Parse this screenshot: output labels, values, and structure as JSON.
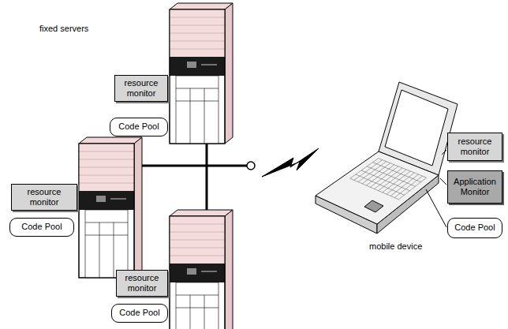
{
  "diagram": {
    "nodes": [
      {
        "text": [
          "resource monitor"
        ]
      },
      {
        "text": [
          "Code Pool"
        ]
      },
      {
        "text": [
          "resource monitor"
        ]
      },
      {
        "text": [
          "Code Pool"
        ]
      },
      {
        "text": [
          "resource monitor"
        ]
      },
      {
        "text": [
          "Code Pool"
        ]
      },
      {
        "text": [
          "resource monitor"
        ]
      },
      {
        "text": [
          "Application Monitor"
        ]
      },
      {
        "text": [
          "Code Pool"
        ]
      }
    ],
    "labels": [
      "fixed servers",
      "mobile device"
    ]
  }
}
